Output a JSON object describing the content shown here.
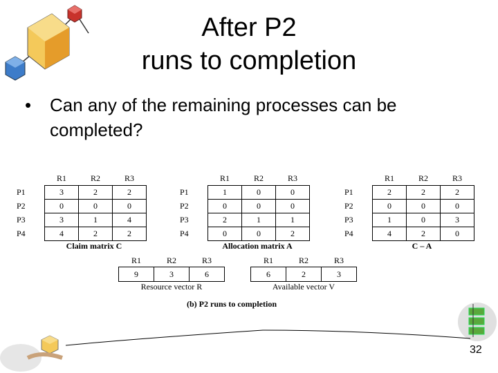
{
  "title": {
    "line1": "After P2",
    "line2": "runs to completion"
  },
  "bullet": {
    "symbol": "•",
    "text": "Can any of the remaining processes can be completed?"
  },
  "matrices": {
    "col_headers": [
      "R1",
      "R2",
      "R3"
    ],
    "row_labels": [
      "P1",
      "P2",
      "P3",
      "P4"
    ],
    "claim": {
      "caption": "Claim matrix C",
      "rows": [
        [
          "3",
          "2",
          "2"
        ],
        [
          "0",
          "0",
          "0"
        ],
        [
          "3",
          "1",
          "4"
        ],
        [
          "4",
          "2",
          "2"
        ]
      ]
    },
    "allocation": {
      "caption": "Allocation matrix A",
      "rows": [
        [
          "1",
          "0",
          "0"
        ],
        [
          "0",
          "0",
          "0"
        ],
        [
          "2",
          "1",
          "1"
        ],
        [
          "0",
          "0",
          "2"
        ]
      ]
    },
    "need": {
      "caption": "C – A",
      "rows": [
        [
          "2",
          "2",
          "2"
        ],
        [
          "0",
          "0",
          "0"
        ],
        [
          "1",
          "0",
          "3"
        ],
        [
          "4",
          "2",
          "0"
        ]
      ]
    }
  },
  "vectors": {
    "resource": {
      "caption": "Resource vector R",
      "values": [
        "9",
        "3",
        "6"
      ]
    },
    "available": {
      "caption": "Available vector V",
      "values": [
        "6",
        "2",
        "3"
      ]
    }
  },
  "figure_caption": "(b) P2 runs to completion",
  "page_number": "32",
  "colors": {
    "box_orange": "#f2b233",
    "box_blue": "#3d7cc9",
    "box_red": "#c8322b",
    "box_green": "#5aa83c"
  }
}
